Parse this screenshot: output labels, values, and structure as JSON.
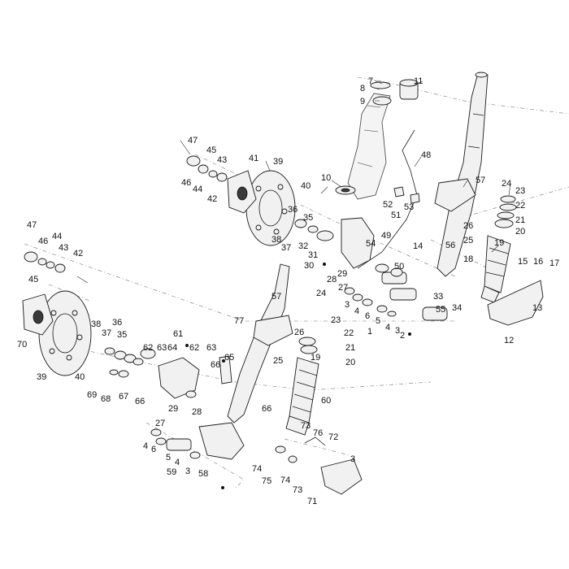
{
  "diagram": {
    "type": "exploded-parts-diagram",
    "callouts": [
      "7",
      "8",
      "9",
      "11",
      "10",
      "48",
      "52",
      "51",
      "53",
      "57",
      "24",
      "23",
      "22",
      "21",
      "20",
      "19",
      "26",
      "25",
      "56",
      "18",
      "15",
      "16",
      "17",
      "13",
      "12",
      "14",
      "33",
      "34",
      "55",
      "47",
      "45",
      "43",
      "46",
      "44",
      "42",
      "41",
      "39",
      "40",
      "36",
      "35",
      "38",
      "37",
      "32",
      "31",
      "30",
      "54",
      "49",
      "50",
      "29",
      "28",
      "27",
      "24",
      "23",
      "22",
      "21",
      "20",
      "19",
      "3",
      "4",
      "6",
      "5",
      "4",
      "3",
      "2",
      "1",
      "47",
      "46",
      "44",
      "43",
      "42",
      "45",
      "70",
      "39",
      "40",
      "38",
      "37",
      "36",
      "35",
      "69",
      "68",
      "67",
      "66",
      "62",
      "63",
      "64",
      "61",
      "62",
      "63",
      "65",
      "66",
      "57",
      "77",
      "26",
      "25",
      "60",
      "29",
      "27",
      "28",
      "66",
      "73",
      "76",
      "72",
      "74",
      "75",
      "74",
      "73",
      "71",
      "3",
      "4",
      "6",
      "5",
      "4",
      "3",
      "58",
      "59"
    ]
  }
}
